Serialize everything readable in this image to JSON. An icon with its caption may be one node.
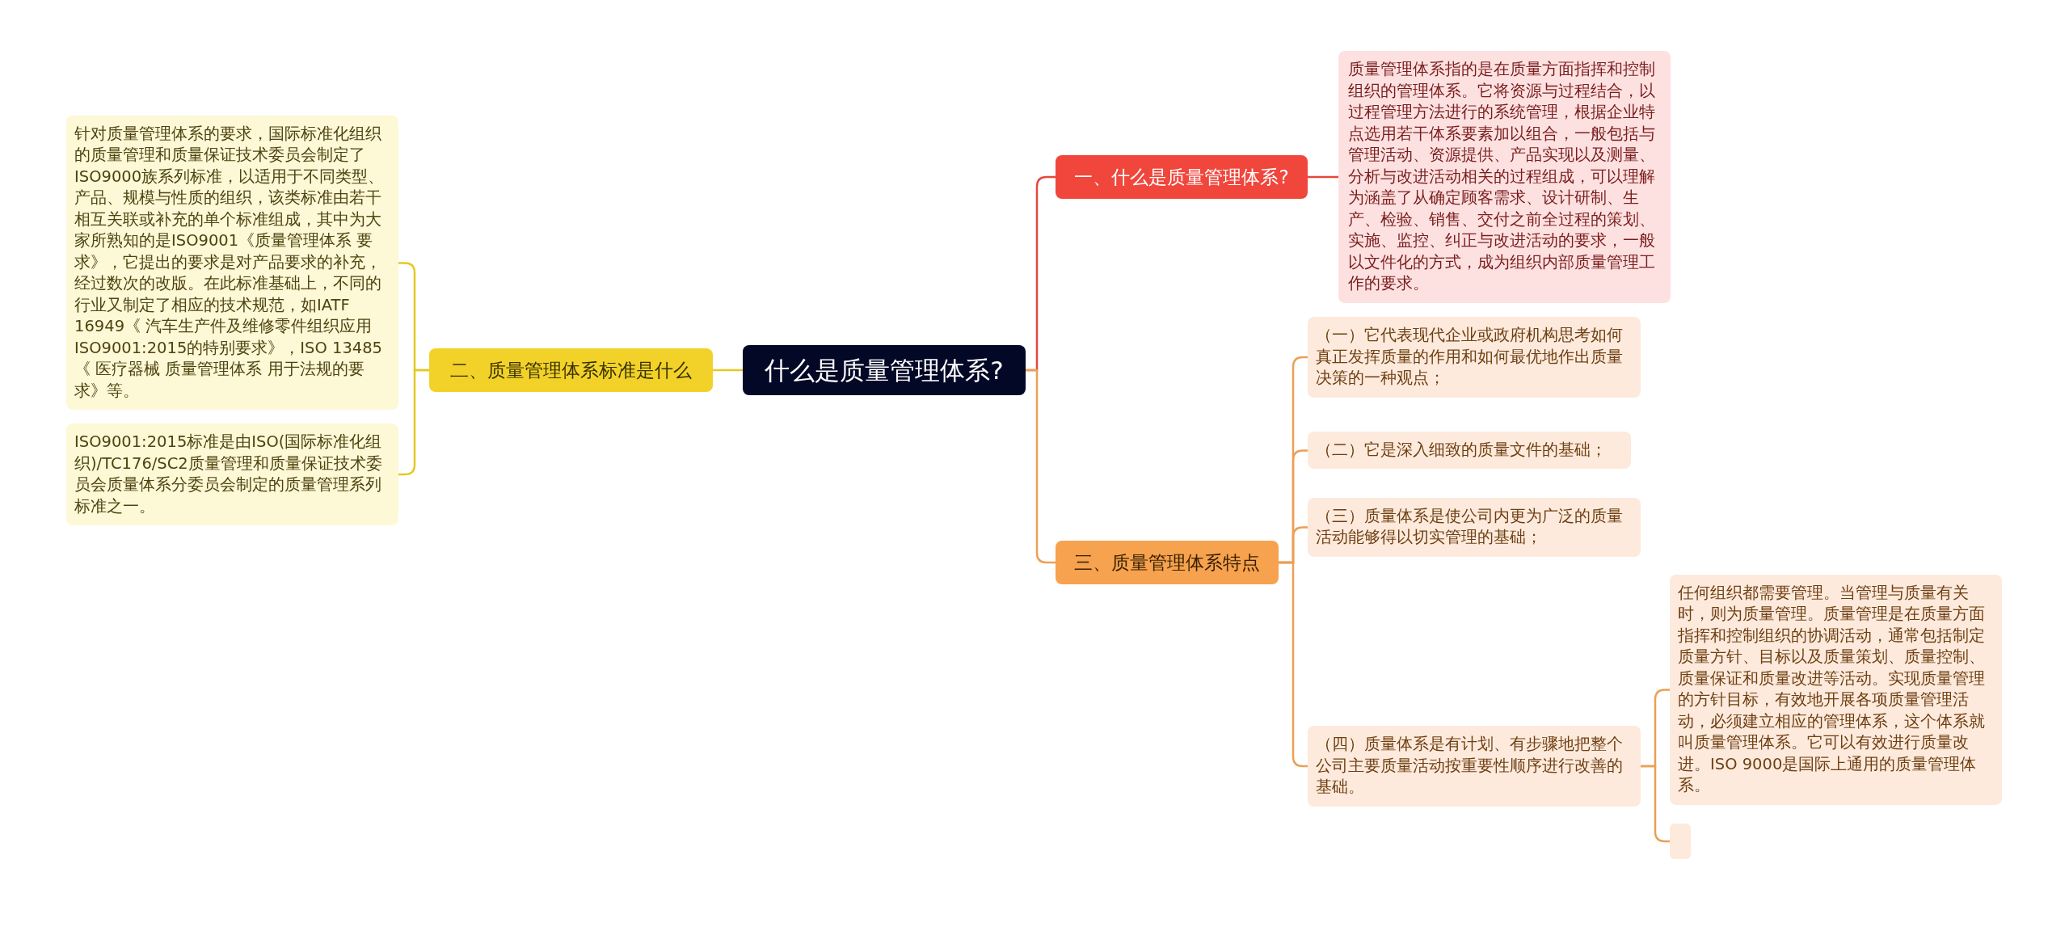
{
  "diagram": {
    "nodes": [
      {
        "text": [
          "什么是质量管理体系?"
        ]
      },
      {
        "text": [
          "一、什么是质量管理体系?"
        ]
      },
      {
        "text": [
          "质量管理体系指的是在质量方面指挥和控制组织的管理体系。它将资源与过程结合，以过程管理方法进行的系统管理，根据企业特点选用若干体系要素加以组合，一般包括与管理活动、资源提供、产品实现以及测量、分析与改进活动相关的过程组成，可以理解为涵盖了从确定顾客需求、设计研制、生产、检验、销售、交付之前全过程的策划、实施、监控、纠正与改进活动的要求，一般以文件化的方式，成为组织内部质量管理工作的要求。"
        ]
      },
      {
        "text": [
          "二、质量管理体系标准是什么"
        ]
      },
      {
        "text": [
          "针对质量管理体系的要求，国际标准化组织的质量管理和质量保证技术委员会制定了ISO9000族系列标准，以适用于不同类型、产品、规模与性质的组织，该类标准由若干相互关联或补充的单个标准组成，其中为大家所熟知的是ISO9001《质量管理体系 要求》，它提出的要求是对产品要求的补充，经过数次的改版。在此标准基础上，不同的行业又制定了相应的技术规范，如IATF 16949《 汽车生产件及维修零件组织应用ISO9001:2015的特别要求》，ISO 13485《 医疗器械 质量管理体系 用于法规的要求》等。"
        ]
      },
      {
        "text": [
          "ISO9001:2015标准是由ISO(国际标准化组织)/TC176/SC2质量管理和质量保证技术委员会质量体系分委员会制定的质量管理系列标准之一。"
        ]
      },
      {
        "text": [
          "三、质量管理体系特点"
        ]
      },
      {
        "text": [
          "（一）它代表现代企业或政府机构思考如何真正发挥质量的作用和如何最优地作出质量决策的一种观点；"
        ]
      },
      {
        "text": [
          "（二）它是深入细致的质量文件的基础；"
        ]
      },
      {
        "text": [
          "（三）质量体系是使公司内更为广泛的质量活动能够得以切实管理的基础；"
        ]
      },
      {
        "text": [
          "（四）质量体系是有计划、有步骤地把整个公司主要质量活动按重要性顺序进行改善的基础。"
        ]
      },
      {
        "text": [
          "任何组织都需要管理。当管理与质量有关时，则为质量管理。质量管理是在质量方面指挥和控制组织的协调活动，通常包括制定质量方针、目标以及质量策划、质量控制、质量保证和质量改进等活动。实现质量管理的方针目标，有效地开展各项质量管理活动，必须建立相应的管理体系，这个体系就叫质量管理体系。它可以有效进行质量改进。ISO 9000是国际上通用的质量管理体系。"
        ]
      },
      {
        "text": [],
        "shape": "box"
      }
    ],
    "edges": [
      {
        "from": 0,
        "to": 1,
        "arrow": "none",
        "color": "#e8473d"
      },
      {
        "from": 1,
        "to": 2,
        "arrow": "none",
        "color": "#e8473d"
      },
      {
        "from": 0,
        "to": 3,
        "arrow": "none",
        "color": "#e6c822"
      },
      {
        "from": 3,
        "to": 4,
        "arrow": "none",
        "color": "#e6c822"
      },
      {
        "from": 3,
        "to": 5,
        "arrow": "none",
        "color": "#e6c822"
      },
      {
        "from": 0,
        "to": 6,
        "arrow": "none"
      },
      {
        "from": 6,
        "to": 7,
        "arrow": "none"
      },
      {
        "from": 6,
        "to": 8,
        "arrow": "none"
      },
      {
        "from": 6,
        "to": 9,
        "arrow": "none"
      },
      {
        "from": 6,
        "to": 10,
        "arrow": "none"
      },
      {
        "from": 10,
        "to": 11,
        "arrow": "none"
      },
      {
        "from": 10,
        "to": 12,
        "arrow": "none"
      }
    ]
  }
}
